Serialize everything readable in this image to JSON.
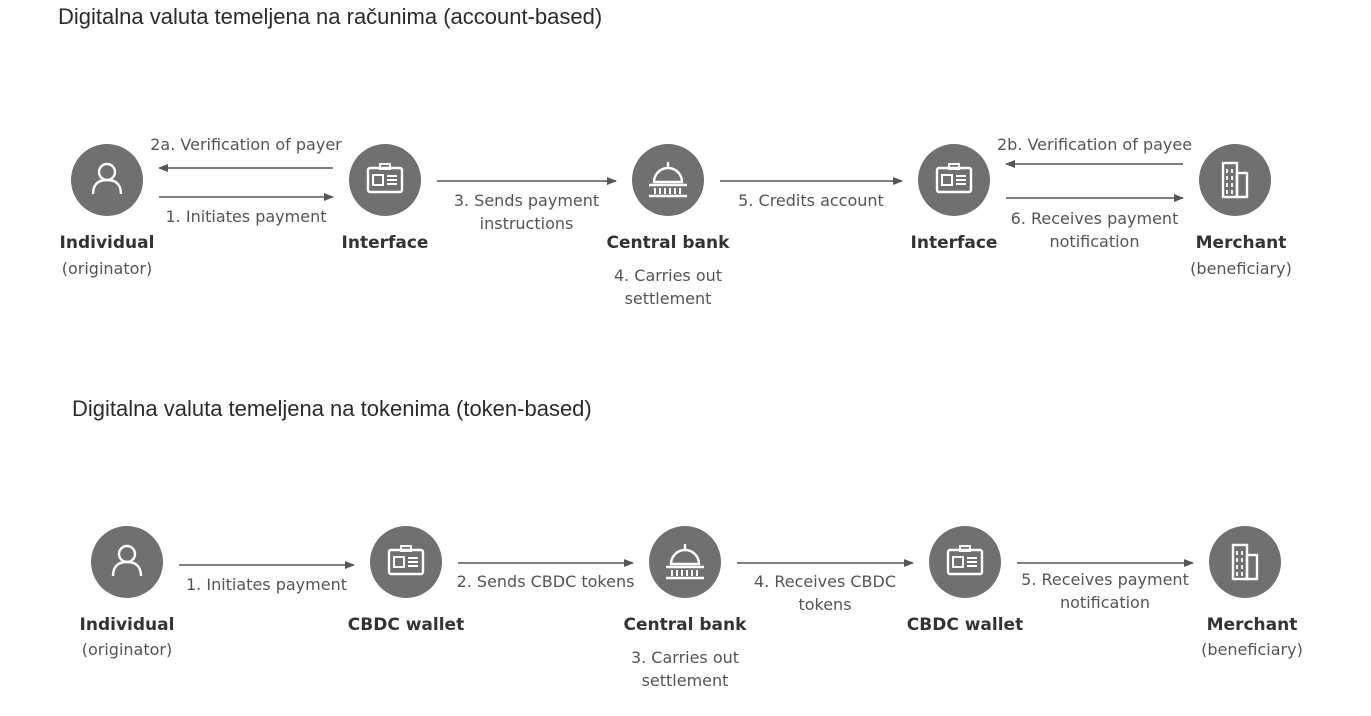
{
  "colors": {
    "node": "#707070",
    "arrow": "#555555",
    "icon_fg": "#ffffff"
  },
  "account_section": {
    "title": "Digitalna valuta temeljena na računima (account-based)",
    "nodes": [
      {
        "id": "individual",
        "icon": "person-icon",
        "label": "Individual",
        "sub": [
          "(originator)"
        ]
      },
      {
        "id": "interface1",
        "icon": "id-card-icon",
        "label": "Interface",
        "sub": []
      },
      {
        "id": "centralbank",
        "icon": "bank-dome-icon",
        "label": "Central bank",
        "sub": [
          "4. Carries out",
          "settlement"
        ]
      },
      {
        "id": "interface2",
        "icon": "id-card-icon",
        "label": "Interface",
        "sub": []
      },
      {
        "id": "merchant",
        "icon": "building-icon",
        "label": "Merchant",
        "sub": [
          "(beneficiary)"
        ]
      }
    ],
    "edges": [
      {
        "from": "interface1",
        "to": "individual",
        "label": [
          "2a. Verification of payer"
        ]
      },
      {
        "from": "individual",
        "to": "interface1",
        "label": [
          "1. Initiates payment"
        ]
      },
      {
        "from": "interface1",
        "to": "centralbank",
        "label": [
          "3. Sends payment",
          "instructions"
        ]
      },
      {
        "from": "centralbank",
        "to": "interface2",
        "label": [
          "5. Credits account"
        ]
      },
      {
        "from": "merchant",
        "to": "interface2",
        "label": [
          "2b. Verification of payee"
        ]
      },
      {
        "from": "interface2",
        "to": "merchant",
        "label": [
          "6. Receives payment",
          "notification"
        ]
      }
    ]
  },
  "token_section": {
    "title": "Digitalna valuta temeljena na tokenima (token-based)",
    "nodes": [
      {
        "id": "individual",
        "icon": "person-icon",
        "label": "Individual",
        "sub": [
          "(originator)"
        ]
      },
      {
        "id": "wallet1",
        "icon": "id-card-icon",
        "label": "CBDC wallet",
        "sub": []
      },
      {
        "id": "centralbank",
        "icon": "bank-dome-icon",
        "label": "Central bank",
        "sub": [
          "3. Carries out",
          "settlement"
        ]
      },
      {
        "id": "wallet2",
        "icon": "id-card-icon",
        "label": "CBDC wallet",
        "sub": []
      },
      {
        "id": "merchant",
        "icon": "building-icon",
        "label": "Merchant",
        "sub": [
          "(beneficiary)"
        ]
      }
    ],
    "edges": [
      {
        "from": "individual",
        "to": "wallet1",
        "label": [
          "1. Initiates payment"
        ]
      },
      {
        "from": "wallet1",
        "to": "centralbank",
        "label": [
          "2. Sends CBDC tokens"
        ]
      },
      {
        "from": "centralbank",
        "to": "wallet2",
        "label": [
          "4. Receives CBDC",
          "tokens"
        ]
      },
      {
        "from": "wallet2",
        "to": "merchant",
        "label": [
          "5. Receives payment",
          "notification"
        ]
      }
    ]
  }
}
